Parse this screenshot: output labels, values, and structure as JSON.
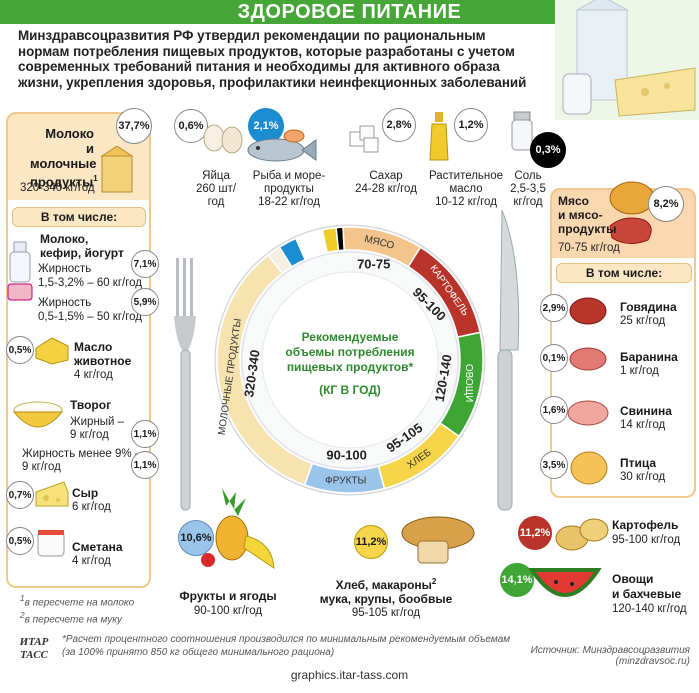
{
  "title": "ЗДОРОВОЕ ПИТАНИЕ",
  "intro": "Минздравсоцразвития РФ утвердил рекомендации по рациональным нормам потребления пищевых продуктов, которые разработаны с учетом современных требований питания и необходимы для активного образа жизни, укрепления здоровья, профилактики неинфекционных заболеваний",
  "dairy": {
    "name1": "Молоко",
    "name2": "и молочные",
    "name3": "продукты",
    "sup": "1",
    "amount": "320-340 кг/год",
    "pct": "37,7%"
  },
  "dairy_sub": {
    "header": "В том числе:",
    "milk": {
      "name1": "Молоко,",
      "name2": "кефир, йогурт",
      "fat_hi1": "Жирность",
      "fat_hi2": "1,5-3,2% – 60 кг/год",
      "fat_hi_pct": "7,1%",
      "fat_lo1": "Жирность",
      "fat_lo2": "0,5-1,5% – 50 кг/год",
      "fat_lo_pct": "5,9%"
    },
    "butter": {
      "name1": "Масло",
      "name2": "животное",
      "amount": "4 кг/год",
      "pct": "0,5%"
    },
    "tvorog": {
      "name": "Творог",
      "fat1": "Жирный –",
      "fat1b": "9 кг/год",
      "fat1_pct": "1,1%",
      "fat2": "Жирность менее 9% –",
      "fat2b": "9 кг/год",
      "fat2_pct": "1,1%"
    },
    "cheese": {
      "name": "Сыр",
      "amount": "6 кг/год",
      "pct": "0,7%"
    },
    "smetana": {
      "name": "Сметана",
      "amount": "4 кг/год",
      "pct": "0,5%"
    }
  },
  "footnotes": {
    "f1_sup": "1",
    "f1": "в пересчете на молоко",
    "f2_sup": "2",
    "f2": "в пересчете на муку"
  },
  "eggs": {
    "name": "Яйца",
    "amount": "260 шт/год",
    "pct": "0,6%"
  },
  "fish": {
    "name1": "Рыба и море-",
    "name2": "продукты",
    "amount": "18-22 кг/год",
    "pct": "2,1%"
  },
  "sugar": {
    "name": "Сахар",
    "amount": "24-28 кг/год",
    "pct": "2,8%"
  },
  "oil": {
    "name1": "Растительное",
    "name2": "масло",
    "amount": "10-12 кг/год",
    "pct": "1,2%"
  },
  "salt": {
    "name": "Соль",
    "amount1": "2,5-3,5",
    "amount2": "кг/год",
    "pct": "0,3%"
  },
  "meat": {
    "name1": "Мясо",
    "name2": "и мясо-",
    "name3": "продукты",
    "amount": "70-75 кг/год",
    "pct": "8,2%"
  },
  "meat_sub": {
    "header": "В том числе:",
    "beef": {
      "name": "Говядина",
      "amount": "25 кг/год",
      "pct": "2,9%"
    },
    "lamb": {
      "name": "Баранина",
      "amount": "1 кг/год",
      "pct": "0,1%"
    },
    "pork": {
      "name": "Свинина",
      "amount": "14 кг/год",
      "pct": "1,6%"
    },
    "poultry": {
      "name": "Птица",
      "amount": "30 кг/год",
      "pct": "3,5%"
    }
  },
  "potato": {
    "name": "Картофель",
    "amount": "95-100 кг/год",
    "pct": "11,2%"
  },
  "veg": {
    "name1": "Овощи",
    "name2": "и бахчевые",
    "amount": "120-140 кг/год",
    "pct": "14,1%"
  },
  "bread": {
    "name1": "Хлеб, макароны",
    "sup": "2",
    "name2": "мука, крупы, бообвые",
    "amount": "95-105 кг/год",
    "pct": "11,2%"
  },
  "fruit": {
    "name": "Фрукты и ягоды",
    "amount": "90-100 кг/год",
    "pct": "10,6%"
  },
  "plate": {
    "center1": "Рекомендуемые",
    "center2": "объемы потребления",
    "center3": "пищевых продуктов*",
    "center4": "(КГ В ГОД)",
    "seg_dairy": "МОЛОЧНЫЕ ПРОДУКТЫ",
    "val_dairy": "320-340",
    "seg_meat": "МЯСО",
    "val_meat": "70-75",
    "seg_potato": "КАРТОФЕЛЬ",
    "val_potato": "95-100",
    "seg_veg": "ОВОЩИ",
    "val_veg": "120-140",
    "seg_bread": "ХЛЕБ",
    "val_bread": "95-105",
    "seg_fruit": "ФРУКТЫ",
    "val_fruit": "90-100"
  },
  "footer_note1": "*Расчет процентного соотношения производился по минимальным рекомендуемым объемам",
  "footer_note2": "(за 100% принято 850 кг общего минимального рациона)",
  "source": "Источник: Минздравсоцразвития (minzdravsoc.ru)",
  "logo": "ИТАР ТАСС",
  "site": "graphics.itar-tass.com",
  "colors": {
    "green": "#46a637",
    "dairy": "#f6e3b0",
    "meat": "#f3c48b",
    "potato": "#b8332a",
    "veg": "#3fa535",
    "bread": "#f7d54a",
    "fruit": "#9bc4ea"
  }
}
